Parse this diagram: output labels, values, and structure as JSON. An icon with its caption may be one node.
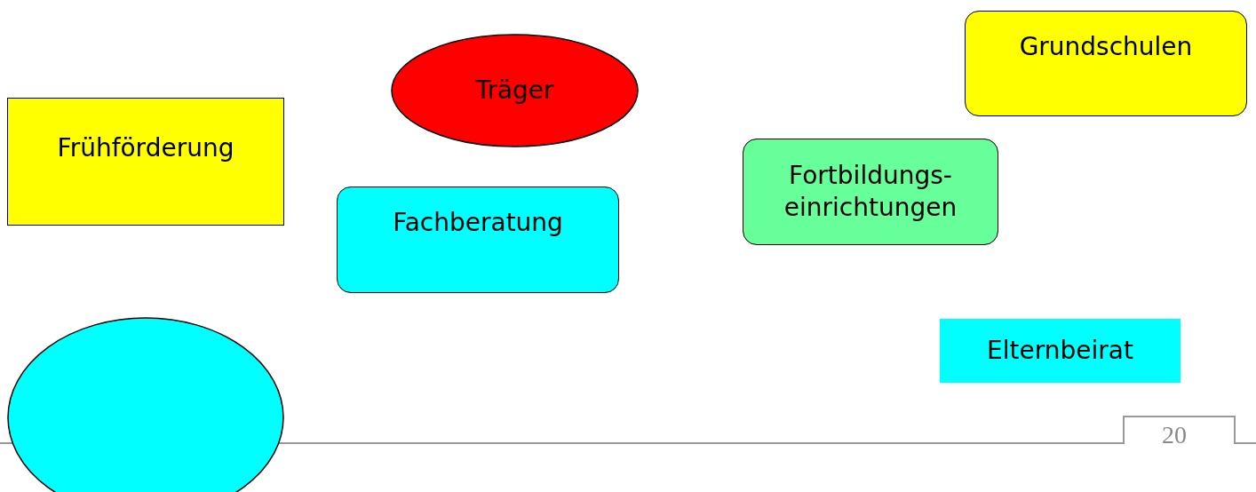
{
  "diagram": {
    "nodes": [
      {
        "text": [
          "Grundschulen"
        ]
      },
      {
        "text": [
          "Träger"
        ]
      },
      {
        "text": [
          "Frühförderung"
        ]
      },
      {
        "text": [
          "Fortbildungs- einrichtungen"
        ]
      },
      {
        "text": [
          "Fachberatung"
        ]
      },
      {
        "text": [
          "Elternbeirat"
        ]
      },
      {
        "text": [],
        "shape": "ellipse"
      }
    ],
    "labels": [
      "20"
    ]
  }
}
